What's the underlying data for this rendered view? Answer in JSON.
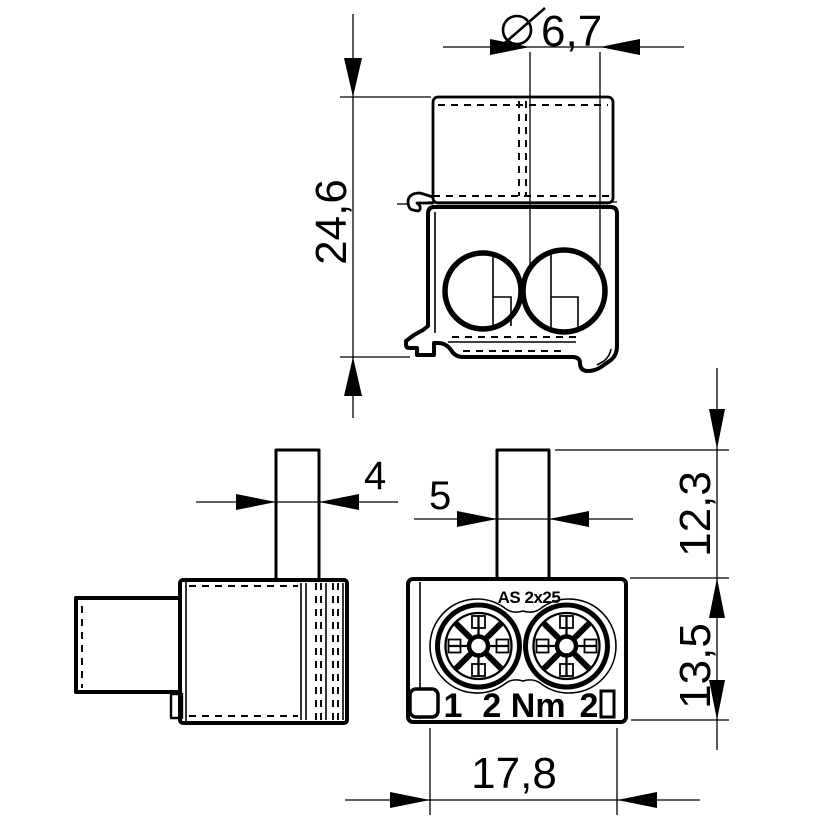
{
  "drawing": {
    "background": "#ffffff",
    "line_color": "#000000",
    "dimensions": {
      "hole_diameter": {
        "symbol": "⌀",
        "value": "6,7"
      },
      "total_height": "24,6",
      "side_pin_width": "4",
      "front_pin_width": "5",
      "pin_height": "12,3",
      "body_height": "13,5",
      "body_width": "17,8"
    },
    "markings": {
      "type_label": "AS 2x25",
      "terminal_left": "1",
      "torque": "2 Nm",
      "terminal_right": "2"
    }
  }
}
